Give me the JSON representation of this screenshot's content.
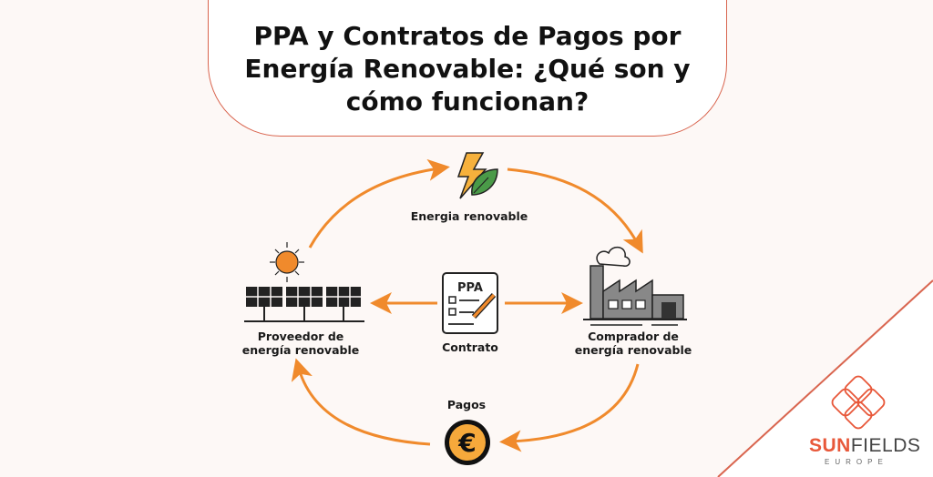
{
  "title": {
    "lines": [
      "PPA y Contratos de Pagos por",
      "Energía Renovable: ¿Qué son y",
      "cómo funcionan?"
    ]
  },
  "diagram": {
    "nodes": {
      "energy": {
        "label": "Energia renovable",
        "icon": "lightning-leaf-icon"
      },
      "provider": {
        "label_line1": "Proveedor de",
        "label_line2": "energía renovable",
        "icon": "solar-panels-icon"
      },
      "contract": {
        "label": "Contrato",
        "doc_text": "PPA",
        "icon": "contract-document-icon"
      },
      "buyer": {
        "label_line1": "Comprador de",
        "label_line2": "energía renovable",
        "icon": "factory-icon"
      },
      "payments": {
        "label": "Pagos",
        "icon": "euro-coin-icon"
      }
    },
    "colors": {
      "arrow": "#f08a2c",
      "frame": "#d9654f",
      "coin": "#f6a93b",
      "leaf": "#4a9a48",
      "bolt": "#f6b13c"
    }
  },
  "logo": {
    "brand_bold": "SUN",
    "brand_light": "FIELDS",
    "sub": "EUROPE"
  }
}
